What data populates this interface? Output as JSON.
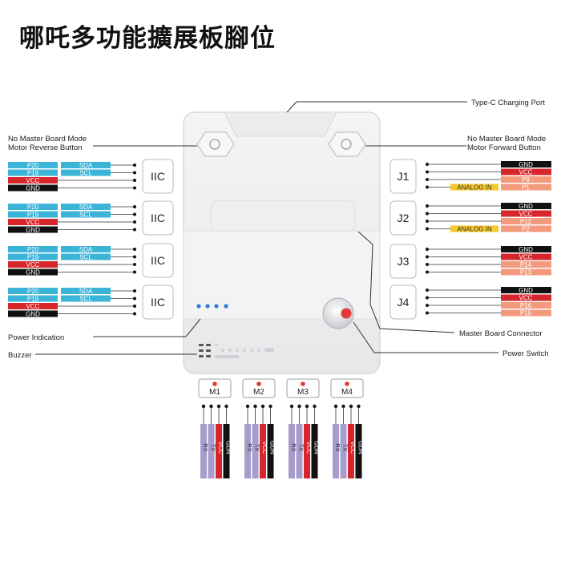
{
  "title": "哪吒多功能擴展板腳位",
  "callouts": {
    "typec": "Type-C Charging Port",
    "rev1": "No Master Board Mode",
    "rev2": "Motor Reverse Button",
    "fwd1": "No Master Board Mode",
    "fwd2": "Motor Forward Button",
    "power_ind": "Power Indication",
    "buzzer": "Buzzer",
    "master": "Master Board Connector",
    "power_sw": "Power Switch"
  },
  "iic_groups": [
    {
      "box": "IIC",
      "pins": [
        "P20",
        "P19",
        "VCC",
        "GND"
      ],
      "funcs": [
        "SDA",
        "SCL"
      ]
    },
    {
      "box": "IIC",
      "pins": [
        "P20",
        "P19",
        "VCC",
        "GND"
      ],
      "funcs": [
        "SDA",
        "SCL"
      ]
    },
    {
      "box": "IIC",
      "pins": [
        "P20",
        "P19",
        "VCC",
        "GND"
      ],
      "funcs": [
        "SDA",
        "SCL"
      ]
    },
    {
      "box": "IIC",
      "pins": [
        "P20",
        "P19",
        "VCC",
        "GND"
      ],
      "funcs": [
        "SDA",
        "SCL"
      ]
    }
  ],
  "j_groups": [
    {
      "box": "J1",
      "pins": [
        "GND",
        "VCC",
        "P8",
        "P1"
      ],
      "analog": "ANALOG IN"
    },
    {
      "box": "J2",
      "pins": [
        "GND",
        "VCC",
        "P12",
        "P2"
      ],
      "analog": "ANALOG IN"
    },
    {
      "box": "J3",
      "pins": [
        "GND",
        "VCC",
        "P14",
        "P13"
      ],
      "analog": ""
    },
    {
      "box": "J4",
      "pins": [
        "GND",
        "VCC",
        "P16",
        "P15"
      ],
      "analog": ""
    }
  ],
  "motors": [
    {
      "label": "M1",
      "pins": [
        "RX",
        "TX",
        "VCC",
        "GDN"
      ]
    },
    {
      "label": "M2",
      "pins": [
        "RX",
        "TX",
        "VCC",
        "GDN"
      ]
    },
    {
      "label": "M3",
      "pins": [
        "RX",
        "TX",
        "VCC",
        "GDN"
      ]
    },
    {
      "label": "M4",
      "pins": [
        "RX",
        "TX",
        "VCC",
        "GDN"
      ]
    }
  ],
  "colors": {
    "blue": "#3cb4d8",
    "red": "#d7262b",
    "black": "#111111",
    "light_orange": "#f39a7c",
    "yellow": "#f6c92b",
    "purple": "#a79ccc",
    "power_led": "#2f7fd6",
    "switch_red": "#e23a3a"
  }
}
